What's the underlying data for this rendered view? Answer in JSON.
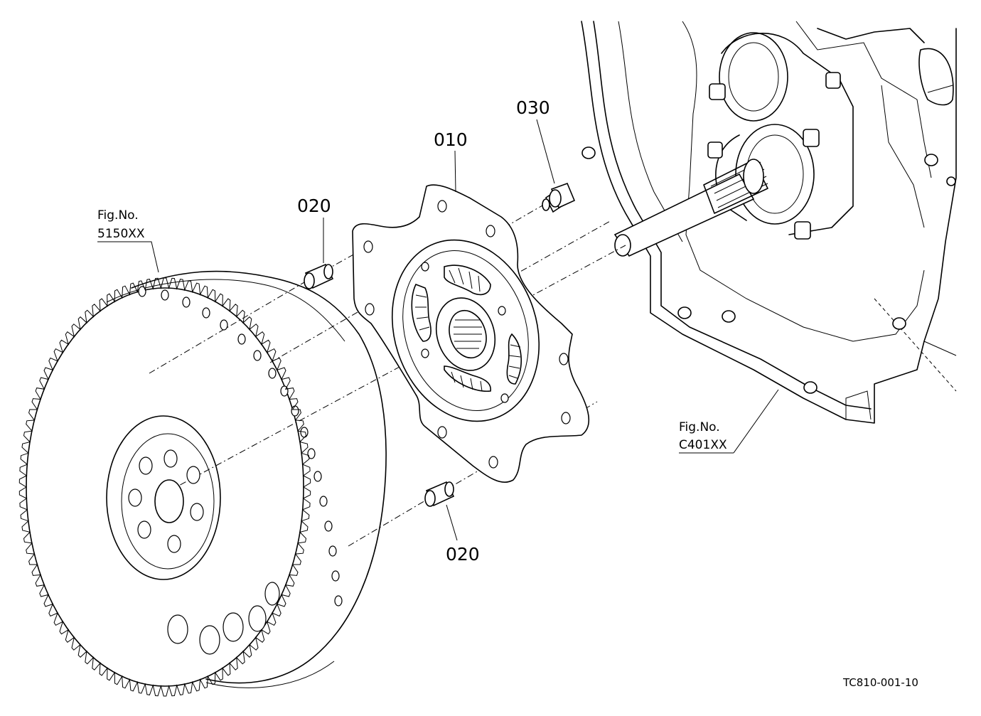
{
  "callouts": {
    "p010": "010",
    "p020_top": "020",
    "p020_bottom": "020",
    "p030": "030"
  },
  "figure_refs": {
    "flywheel": {
      "label": "Fig.No.",
      "number": "5150XX"
    },
    "housing": {
      "label": "Fig.No.",
      "number": "C401XX"
    }
  },
  "drawing_code": "TC810-001-10",
  "components": [
    "flywheel",
    "ring-gear",
    "damper-disc",
    "dowel-pin",
    "bolt",
    "input-shaft",
    "flywheel-housing"
  ],
  "colors": {
    "line": "#000000",
    "background": "#ffffff"
  }
}
